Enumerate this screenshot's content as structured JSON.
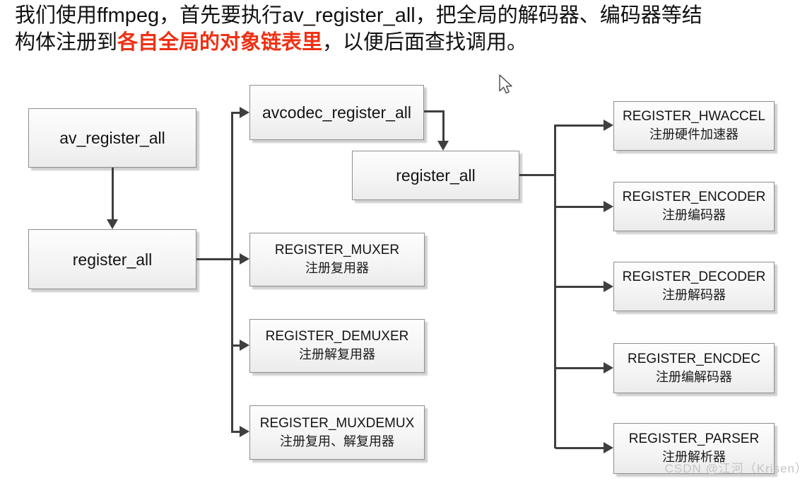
{
  "description": {
    "line1": "我们使用ffmpeg，首先要执行av_register_all，把全局的解码器、编码器等结",
    "line2_pre": "构体注册到",
    "line2_highlight": "各自全局的对象链表里",
    "line2_post": "，以便后面查找调用。"
  },
  "nodes": {
    "av_register_all": {
      "label": "av_register_all"
    },
    "register_all_left": {
      "label": "register_all"
    },
    "avcodec_register_all": {
      "label": "avcodec_register_all"
    },
    "register_all_mid": {
      "label": "register_all"
    },
    "register_muxer": {
      "label": "REGISTER_MUXER",
      "sublabel": "注册复用器"
    },
    "register_demuxer": {
      "label": "REGISTER_DEMUXER",
      "sublabel": "注册解复用器"
    },
    "register_muxdemux": {
      "label": "REGISTER_MUXDEMUX",
      "sublabel": "注册复用、解复用器"
    },
    "register_hwaccel": {
      "label": "REGISTER_HWACCEL",
      "sublabel": "注册硬件加速器"
    },
    "register_encoder": {
      "label": "REGISTER_ENCODER",
      "sublabel": "注册编码器"
    },
    "register_decoder": {
      "label": "REGISTER_DECODER",
      "sublabel": "注册解码器"
    },
    "register_encdec": {
      "label": "REGISTER_ENCDEC",
      "sublabel": "注册编解码器"
    },
    "register_parser": {
      "label": "REGISTER_PARSER",
      "sublabel": "注册解析器"
    }
  },
  "watermark": "CSDN @江河（Krisen）",
  "icons": {
    "cursor": "arrow-pointer"
  },
  "colors": {
    "highlight_red": "#ee3114",
    "connector": "#3f3f3f",
    "box_border": "#8e8e8e",
    "watermark": "#c4c4c4"
  }
}
